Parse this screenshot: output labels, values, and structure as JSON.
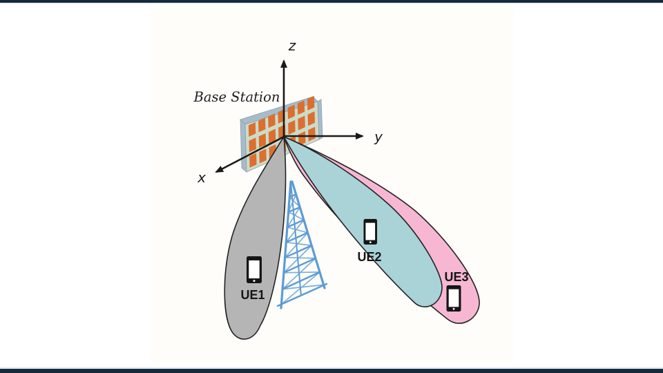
{
  "frame": {
    "top_bar_color": "#17293a",
    "bottom_bar_color": "#17293a",
    "top_strip_color": "#e9f2f7",
    "bottom_strip_color": "#d9e3ea"
  },
  "diagram": {
    "title": "Base Station",
    "axes": {
      "x_label": "x",
      "y_label": "y",
      "z_label": "z"
    },
    "beams": [
      {
        "label": "UE1",
        "color": "#b5b5b5"
      },
      {
        "label": "UE2",
        "color": "#a9d3d7"
      },
      {
        "label": "UE3",
        "color": "#f7b7d2"
      }
    ],
    "tower_color": "#5b9bd5",
    "panel": {
      "face_color": "#ccdbc7",
      "edge_color": "#a7bcca",
      "element_color": "#dc6f2f"
    }
  }
}
